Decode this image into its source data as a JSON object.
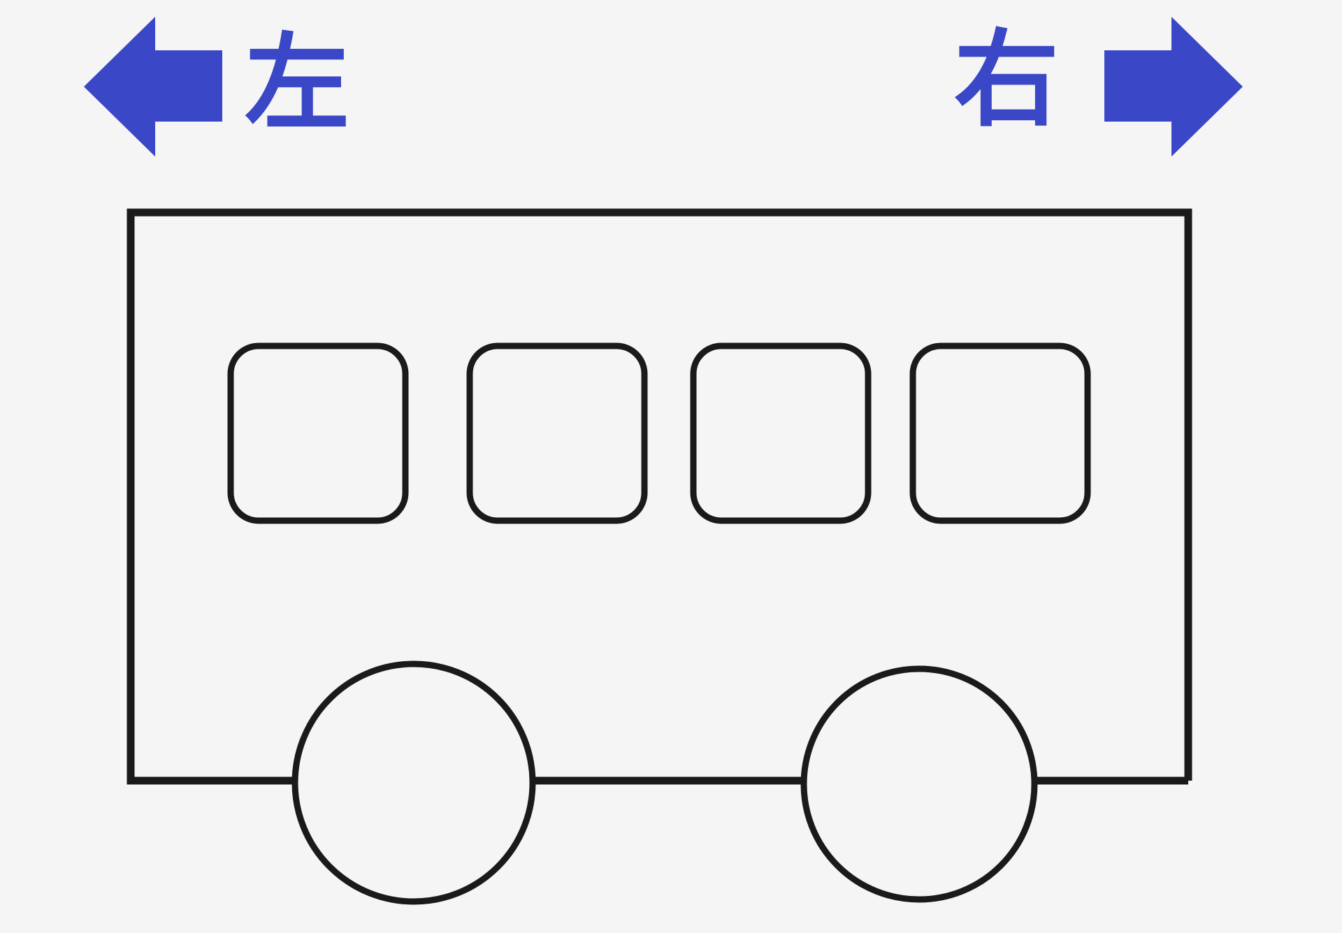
{
  "labels": {
    "left": "左",
    "right": "右"
  },
  "colors": {
    "accent": "#3a47c6",
    "line": "#1a1a1a",
    "background": "#f5f5f5",
    "fill": "#f5f5f5"
  },
  "bus": {
    "window_count": 4,
    "wheel_count": 2
  }
}
